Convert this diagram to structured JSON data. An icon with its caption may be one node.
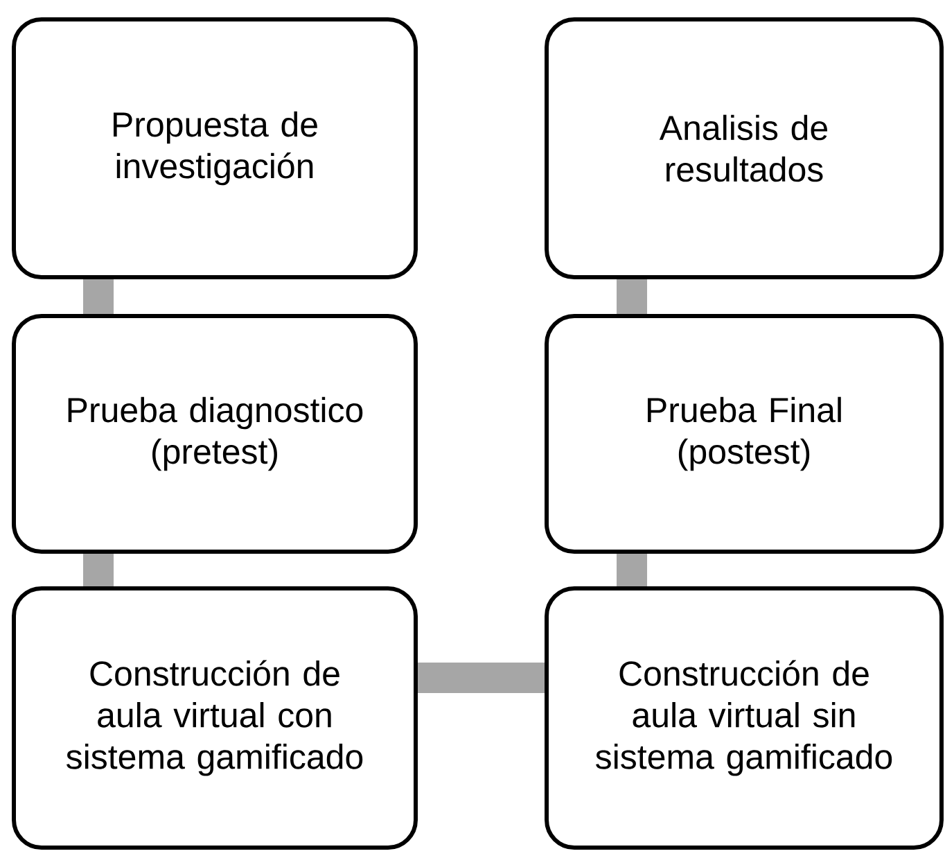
{
  "diagram": {
    "nodes": [
      {
        "text": [
          "Propuesta de investigación"
        ]
      },
      {
        "text": [
          "Prueba diagnostico (pretest)"
        ]
      },
      {
        "text": [
          "Construcción de aula virtual con sistema gamificado"
        ]
      },
      {
        "text": [
          "Construcción de aula virtual sin sistema gamificado"
        ]
      },
      {
        "text": [
          "Prueba Final (postest)"
        ]
      },
      {
        "text": [
          "Analisis de resultados"
        ]
      }
    ],
    "edges": [
      {
        "from": 0,
        "to": 1,
        "arrow": "none"
      },
      {
        "from": 1,
        "to": 2,
        "arrow": "none"
      },
      {
        "from": 2,
        "to": 3,
        "arrow": "none"
      },
      {
        "from": 3,
        "to": 4,
        "arrow": "none"
      },
      {
        "from": 4,
        "to": 5,
        "arrow": "none"
      }
    ]
  }
}
